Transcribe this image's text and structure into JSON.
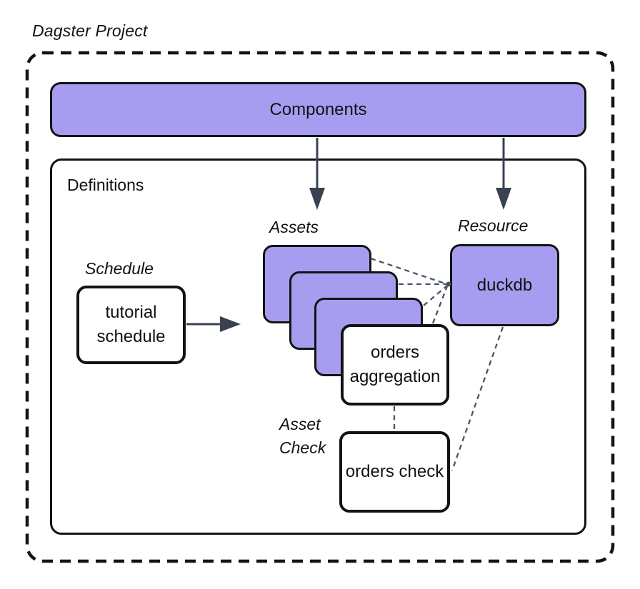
{
  "diagram": {
    "title": "Dagster Project",
    "components_label": "Components",
    "definitions_label": "Definitions",
    "schedule": {
      "label": "Schedule",
      "node": "tutorial schedule"
    },
    "assets": {
      "label": "Assets",
      "stack_count": 3,
      "node": "orders aggregation"
    },
    "resource": {
      "label": "Resource",
      "node": "duckdb"
    },
    "asset_check": {
      "label": "Asset Check",
      "node": "orders check"
    }
  },
  "colors": {
    "node_purple": "#a69df0",
    "outline": "#131313",
    "connector": "#3a4150",
    "connector_dashed": "#49536a",
    "text": "#111111",
    "background": "#ffffff"
  }
}
